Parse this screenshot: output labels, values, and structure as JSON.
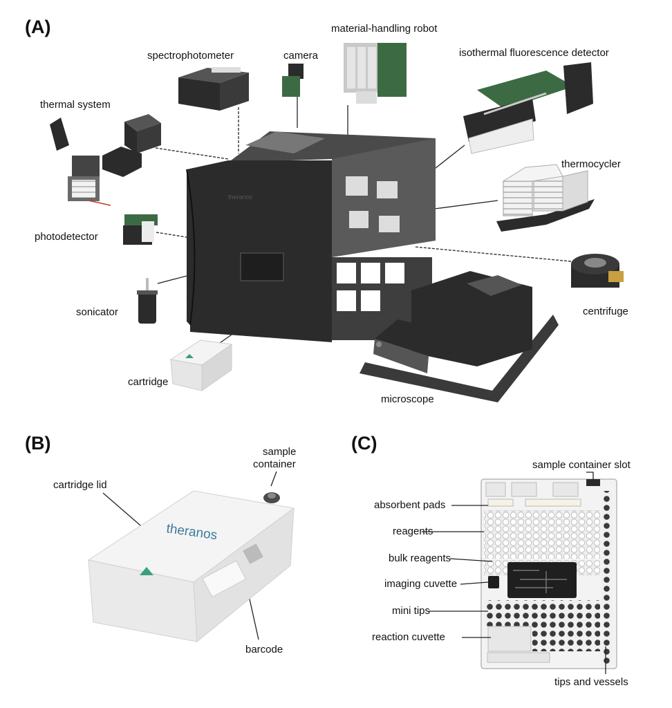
{
  "figure": {
    "panel_a": {
      "label": "(A)",
      "components": {
        "material_handling_robot": "material-handling robot",
        "spectrophotometer": "spectrophotometer",
        "camera": "camera",
        "isothermal_fluorescence_detector": "isothermal fluorescence detector",
        "thermal_system": "thermal system",
        "thermocycler": "thermocycler",
        "photodetector": "photodetector",
        "sonicator": "sonicator",
        "centrifuge": "centrifuge",
        "cartridge": "cartridge",
        "microscope": "microscope"
      },
      "brand": "theranos"
    },
    "panel_b": {
      "label": "(B)",
      "labels": {
        "sample_container_line1": "sample",
        "sample_container_line2": "container",
        "cartridge_lid": "cartridge lid",
        "barcode": "barcode"
      },
      "brand": "theranos"
    },
    "panel_c": {
      "label": "(C)",
      "labels": {
        "sample_container_slot": "sample container slot",
        "absorbent_pads": "absorbent pads",
        "reagents": "reagents",
        "bulk_reagents": "bulk reagents",
        "imaging_cuvette": "imaging cuvette",
        "mini_tips": "mini tips",
        "reaction_cuvette": "reaction cuvette",
        "tips_and_vessels": "tips and vessels"
      }
    },
    "colors": {
      "instrument_body": "#2b2b2b",
      "brand_green": "#3aa07a",
      "pcb_green": "#3c6b43"
    }
  }
}
